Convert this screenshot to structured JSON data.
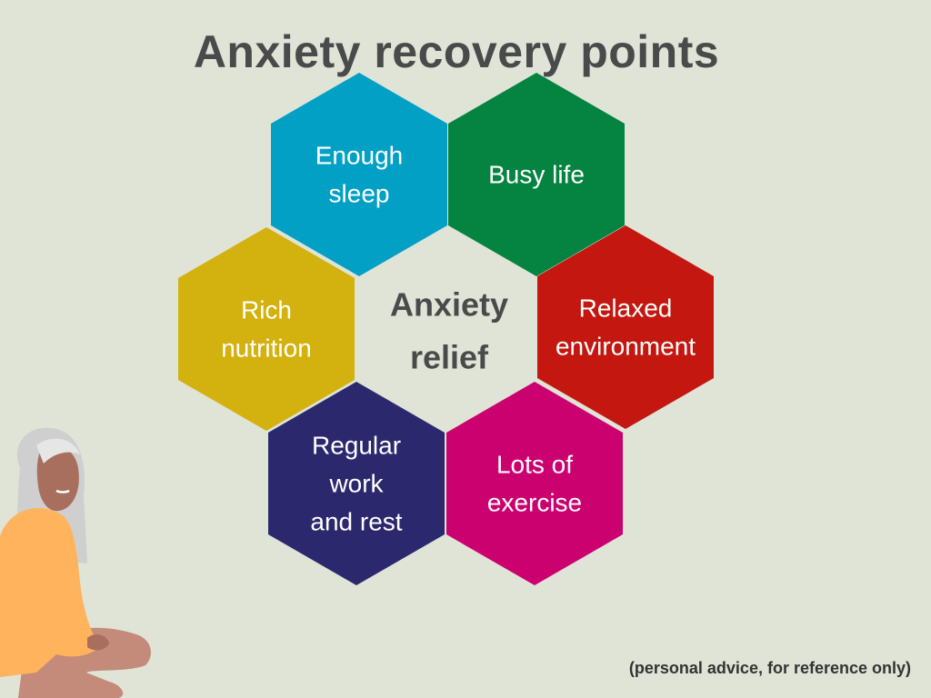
{
  "title": "Anxiety recovery points",
  "center": {
    "lines": [
      "Anxiety",
      "relief"
    ],
    "color": "#4a4a4a"
  },
  "hexagons": [
    {
      "id": "enough-sleep",
      "lines": [
        "Enough",
        "sleep"
      ],
      "color": "#03a0c6"
    },
    {
      "id": "busy-life",
      "lines": [
        "Busy life"
      ],
      "color": "#058340"
    },
    {
      "id": "relaxed-environment",
      "lines": [
        "Relaxed",
        "environment"
      ],
      "color": "#c3170f"
    },
    {
      "id": "lots-of-exercise",
      "lines": [
        "Lots of",
        "exercise"
      ],
      "color": "#cc0170"
    },
    {
      "id": "regular-work-and-rest",
      "lines": [
        "Regular",
        "work",
        "and rest"
      ],
      "color": "#2c286e"
    },
    {
      "id": "rich-nutrition",
      "lines": [
        "Rich",
        "nutrition"
      ],
      "color": "#d3b10f"
    }
  ],
  "footnote": "(personal advice, for reference only)",
  "illustration": {
    "icon": "sitting-woman-icon",
    "hair": "#cfcfcf",
    "shirt": "#ffb35c",
    "skin": "#a86f5e",
    "pants": "#c48a7a"
  }
}
